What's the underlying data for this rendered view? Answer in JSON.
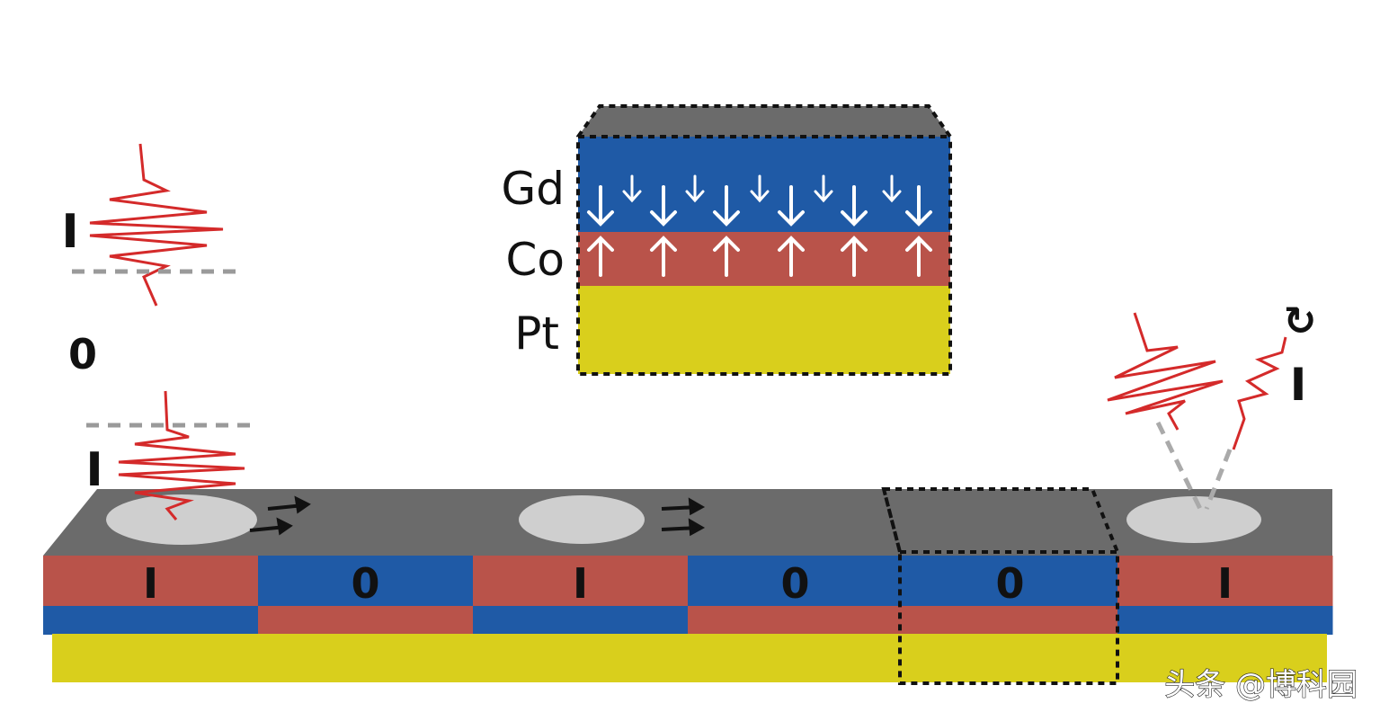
{
  "inset": {
    "layers": [
      {
        "name": "Gd",
        "color": "#1f5aa6",
        "spin": "down"
      },
      {
        "name": "Co",
        "color": "#b9534a",
        "spin": "up"
      },
      {
        "name": "Pt",
        "color": "#d9cf1c",
        "spin": "none"
      }
    ],
    "top_color": "#6b6b6b"
  },
  "left_legend": {
    "upper_bit": "I",
    "middle_bit": "0",
    "lower_bit": "I"
  },
  "track": {
    "bits": [
      "I",
      "0",
      "I",
      "0",
      "0",
      "I"
    ],
    "colors": {
      "one_top": "#b9534a",
      "one_bottom": "#1f5aa6",
      "zero_top": "#1f5aa6",
      "zero_bottom": "#b9534a",
      "substrate": "#d9cf1c",
      "surface": "#6b6b6b"
    },
    "highlighted_bit": 4
  },
  "readout": {
    "bit": "I",
    "rotate_symbol": "↻"
  },
  "pulse_color": "#d42a2a",
  "watermark": "头条 @博科园"
}
